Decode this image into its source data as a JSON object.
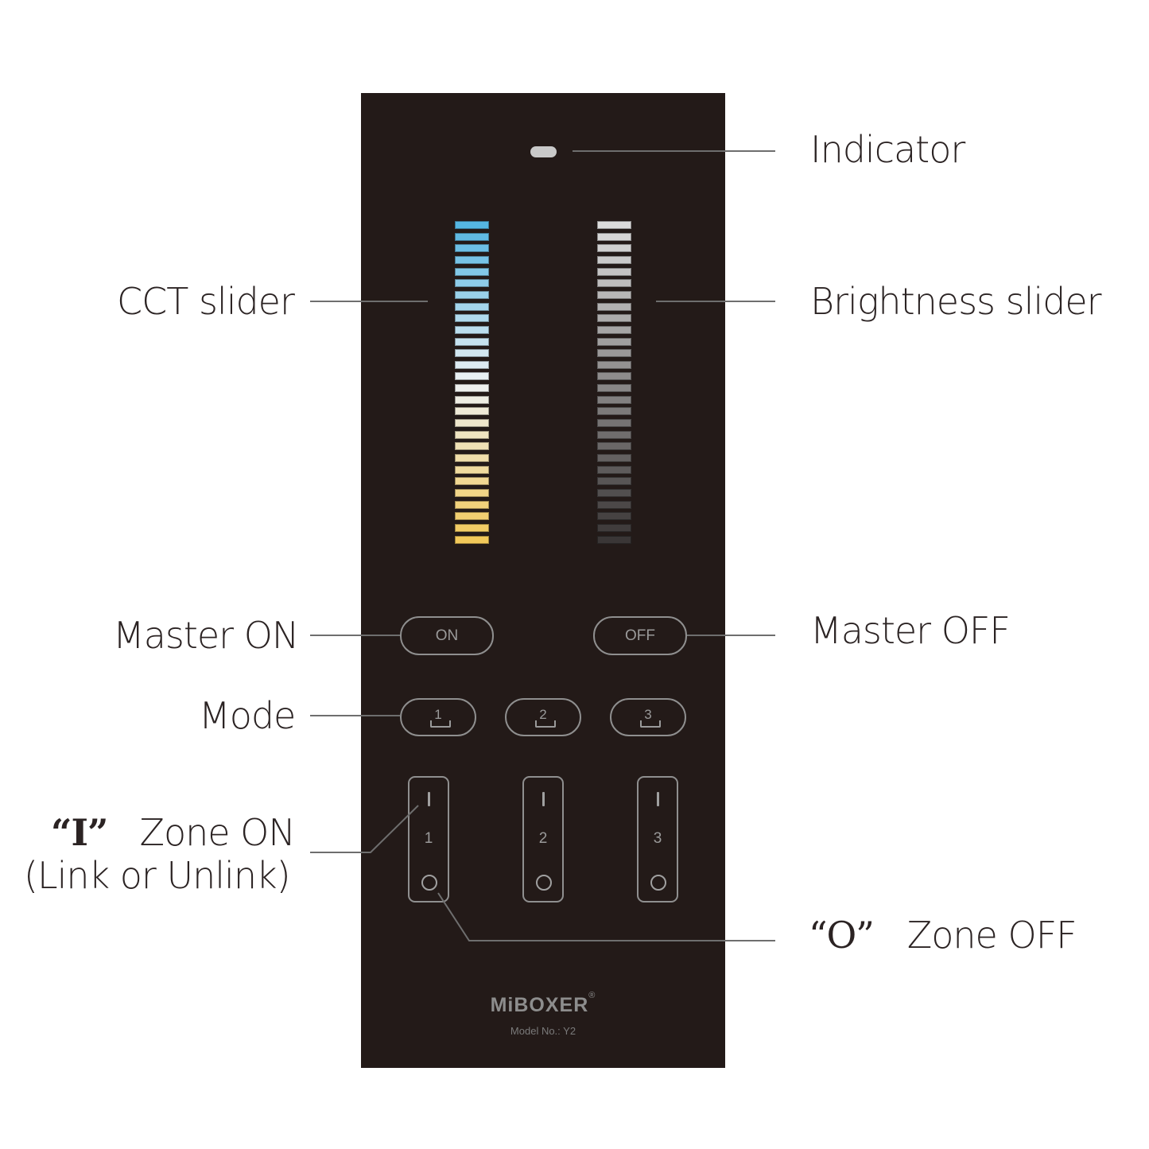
{
  "device": {
    "brand": "MiBOXER",
    "registered_mark": "®",
    "model_text": "Model No.: Y2",
    "panel_color": "#231a18"
  },
  "labels": {
    "indicator": "Indicator",
    "cct_slider": "CCT slider",
    "brightness_slider": "Brightness slider",
    "master_on": "Master ON",
    "master_off": "Master OFF",
    "mode": "Mode",
    "zone_on_quote": "“I”",
    "zone_on": "Zone ON",
    "zone_on_sub": "(Link or Unlink)",
    "zone_off_quote": "“O”",
    "zone_off": "Zone OFF"
  },
  "buttons": {
    "on": "ON",
    "off": "OFF",
    "modes": [
      "1",
      "2",
      "3"
    ],
    "zones": [
      {
        "number": "1",
        "on_icon": "bar-icon",
        "off_icon": "circle-icon"
      },
      {
        "number": "2",
        "on_icon": "bar-icon",
        "off_icon": "circle-icon"
      },
      {
        "number": "3",
        "on_icon": "bar-icon",
        "off_icon": "circle-icon"
      }
    ]
  },
  "sliders": {
    "segment_count": 28,
    "cct": {
      "top_color": "#55b6e2",
      "mid_color": "#eef2f4",
      "bottom_color": "#f2c95a"
    },
    "brightness": {
      "top_color": "#dcdcdc",
      "bottom_color": "#3a3636"
    }
  }
}
